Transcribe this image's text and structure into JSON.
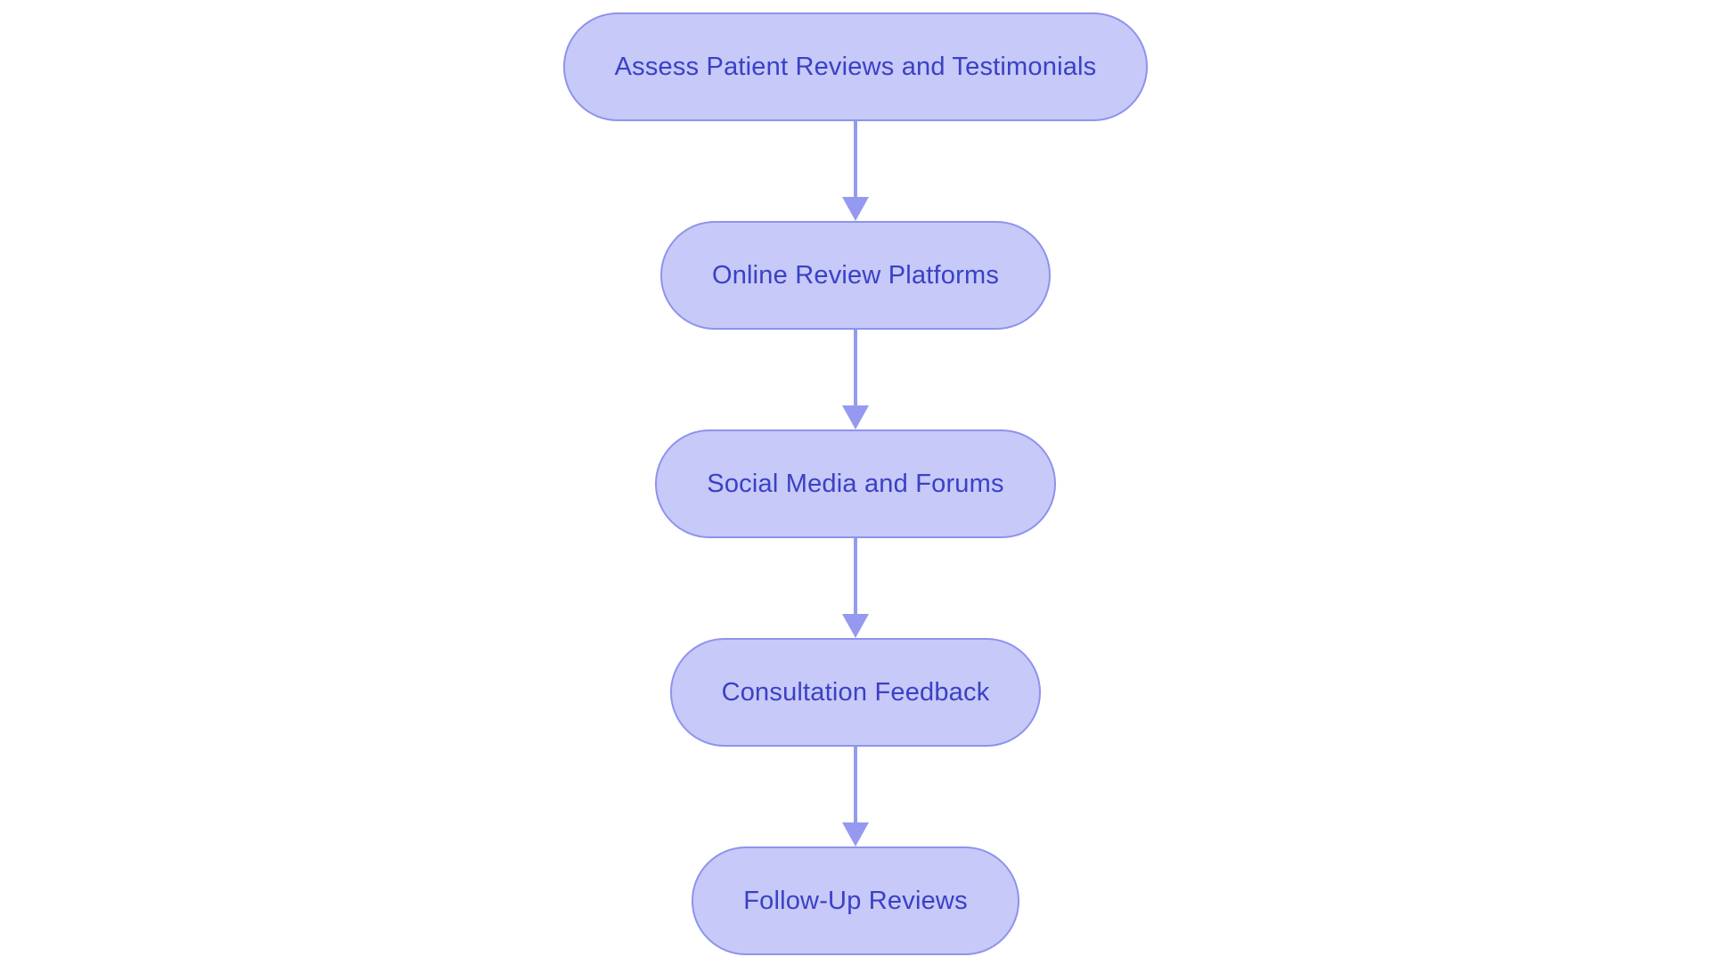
{
  "diagram": {
    "type": "flowchart",
    "direction": "top-down",
    "nodes": [
      {
        "id": "assess-patient-reviews",
        "label": "Assess Patient Reviews and Testimonials"
      },
      {
        "id": "online-review-platforms",
        "label": "Online Review Platforms"
      },
      {
        "id": "social-media-forums",
        "label": "Social Media and Forums"
      },
      {
        "id": "consultation-feedback",
        "label": "Consultation Feedback"
      },
      {
        "id": "follow-up-reviews",
        "label": "Follow-Up Reviews"
      }
    ],
    "edges": [
      {
        "from": "assess-patient-reviews",
        "to": "online-review-platforms"
      },
      {
        "from": "online-review-platforms",
        "to": "social-media-forums"
      },
      {
        "from": "social-media-forums",
        "to": "consultation-feedback"
      },
      {
        "from": "consultation-feedback",
        "to": "follow-up-reviews"
      }
    ]
  },
  "colors": {
    "background": "#ffffff",
    "node_fill": "#c7c9f8",
    "node_border": "#8e93ec",
    "node_text": "#3a41c4",
    "arrow": "#959af0"
  }
}
